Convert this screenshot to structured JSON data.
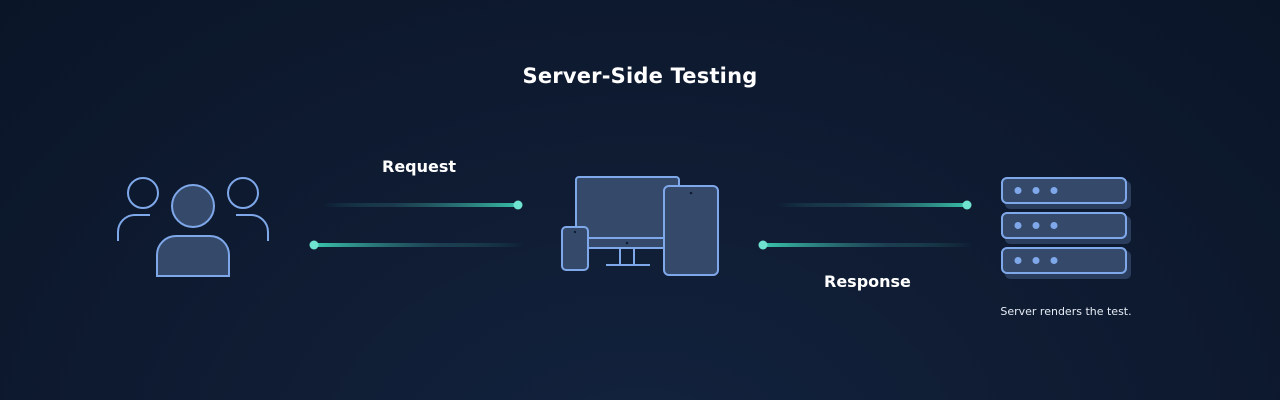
{
  "diagram": {
    "title": "Server-Side Testing",
    "request_label": "Request",
    "response_label": "Response",
    "server_caption": "Server renders the test.",
    "nodes": [
      {
        "id": "users",
        "icon": "users-group-icon"
      },
      {
        "id": "devices",
        "icon": "devices-icon"
      },
      {
        "id": "server",
        "icon": "server-stack-icon"
      }
    ],
    "colors": {
      "background": "#0f1c33",
      "outline": "#7fa8ea",
      "fill": "#354a6b",
      "arrow": "#3ccfb3",
      "dot": "#6fe3cf",
      "led": "#7fa8ea"
    }
  }
}
